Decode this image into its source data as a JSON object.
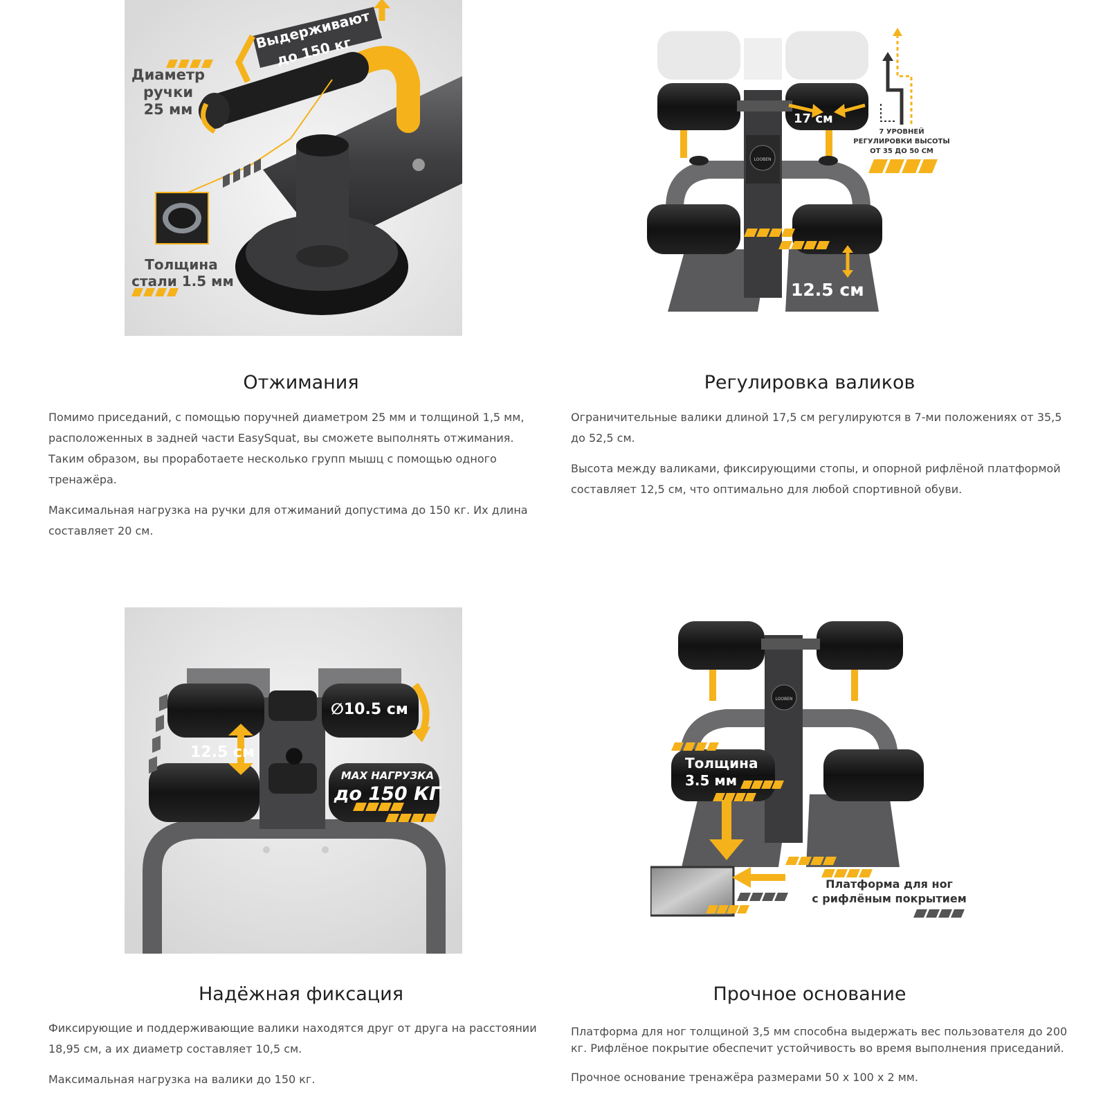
{
  "colors": {
    "accent": "#f5b21b",
    "dark": "#2c2c2c",
    "frame": "#4a4a4c",
    "text": "#4a4a4a",
    "heading": "#1f1f1f"
  },
  "cards": [
    {
      "title": "Отжимания",
      "paragraphs": [
        "Помимо приседаний, с помощью поручней диаметром 25 мм и толщиной 1,5 мм, расположенных в задней части EasySquat, вы сможете выполнять отжимания. Таким образом, вы проработаете несколько групп мышц с помощью одного тренажёра.",
        "Максимальная нагрузка на ручки для отжиманий допустима до 150 кг. Их длина составляет 20 см."
      ],
      "annotations": {
        "load_1": "Выдерживают",
        "load_2": "до 150 кг",
        "diam_1": "Диаметр",
        "diam_2": "ручки",
        "diam_3": "25 мм",
        "steel_1": "Толщина",
        "steel_2": "стали 1.5 мм"
      }
    },
    {
      "title": "Регулировка валиков",
      "paragraphs": [
        "Ограничительные валики длиной 17,5 см регулируются в 7-ми положениях от 35,5 до 52,5 см.",
        "Высота между валиками, фиксирующими стопы, и опорной рифлёной платформой составляет 12,5 см, что оптимально для любой спортивной обуви."
      ],
      "annotations": {
        "width": "17 см",
        "levels_1": "7 УРОВНЕЙ",
        "levels_2": "РЕГУЛИРОВКИ ВЫСОТЫ",
        "levels_3": "ОТ 35 ДО 50 СМ",
        "height": "12.5 см",
        "logo": "LOOBEN"
      }
    },
    {
      "title": "Надёжная фиксация",
      "paragraphs": [
        "Фиксирующие и поддерживающие валики находятся друг от друга на расстоянии 18,95 см, а их диаметр составляет 10,5 см.",
        "Максимальная нагрузка на валики до 150 кг."
      ],
      "annotations": {
        "diameter": "∅10.5 см",
        "gap": "12.5 см",
        "max_1": "MAX НАГРУЗКА",
        "max_2": "до 150 КГ"
      }
    },
    {
      "title": "Прочное основание",
      "paragraphs": [
        "Платформа для ног толщиной 3,5 мм способна выдержать вес пользователя до 200 кг. Рифлёное покрытие обеспечит устойчивость во время выполнения приседаний.",
        "Прочное основание тренажёра размерами 50 x 100 x 2 мм."
      ],
      "annotations": {
        "thick_1": "Толщина",
        "thick_2": "3.5 мм",
        "plat_1": "Платформа для ног",
        "plat_2": "с рифлёным покрытием",
        "logo": "LOOBEN"
      }
    }
  ]
}
